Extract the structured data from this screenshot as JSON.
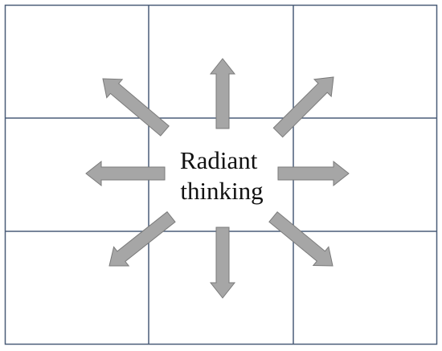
{
  "diagram": {
    "center_label_lines": [
      "Radiant",
      "thinking"
    ],
    "grid": {
      "rows": 3,
      "columns": 3
    },
    "arrow_directions": [
      "up",
      "up-right",
      "right",
      "down-right",
      "down",
      "down-left",
      "left",
      "up-left"
    ],
    "colors": {
      "grid_line": "#4a5d78",
      "arrow_fill": "#a6a6a6",
      "arrow_stroke": "#7a7a7a",
      "background": "#ffffff",
      "text": "#111111"
    }
  }
}
